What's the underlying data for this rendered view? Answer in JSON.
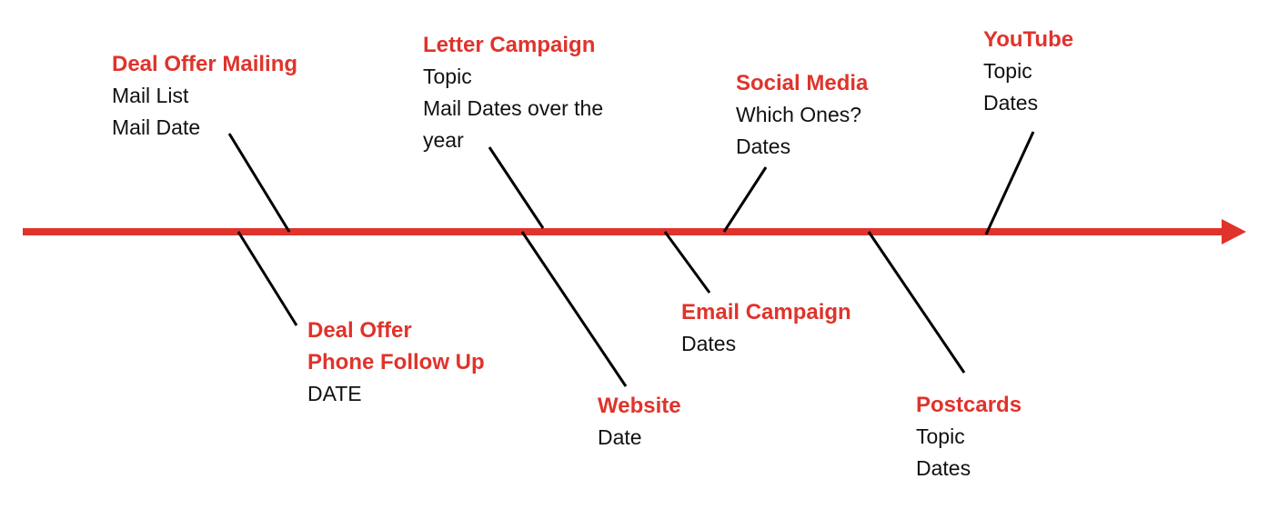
{
  "colors": {
    "timeline": "#e0332b",
    "title": "#e0332b",
    "text": "#111111",
    "branch": "#000000"
  },
  "nodes": {
    "deal_offer_mailing": {
      "title": "Deal Offer Mailing",
      "lines": [
        "Mail List",
        "Mail Date"
      ]
    },
    "deal_offer_phone": {
      "title_1": "Deal Offer",
      "title_2": "Phone Follow Up",
      "lines": [
        "DATE"
      ]
    },
    "letter_campaign": {
      "title": "Letter Campaign",
      "lines": [
        "Topic",
        "Mail Dates over the",
        "year"
      ]
    },
    "website": {
      "title": "Website",
      "lines": [
        "Date"
      ]
    },
    "email_campaign": {
      "title": "Email Campaign",
      "lines": [
        "Dates"
      ]
    },
    "social_media": {
      "title": "Social Media",
      "lines": [
        "Which Ones?",
        "Dates"
      ]
    },
    "postcards": {
      "title": "Postcards",
      "lines": [
        "Topic",
        "Dates"
      ]
    },
    "youtube": {
      "title": "YouTube",
      "lines": [
        "Topic",
        "Dates"
      ]
    }
  }
}
